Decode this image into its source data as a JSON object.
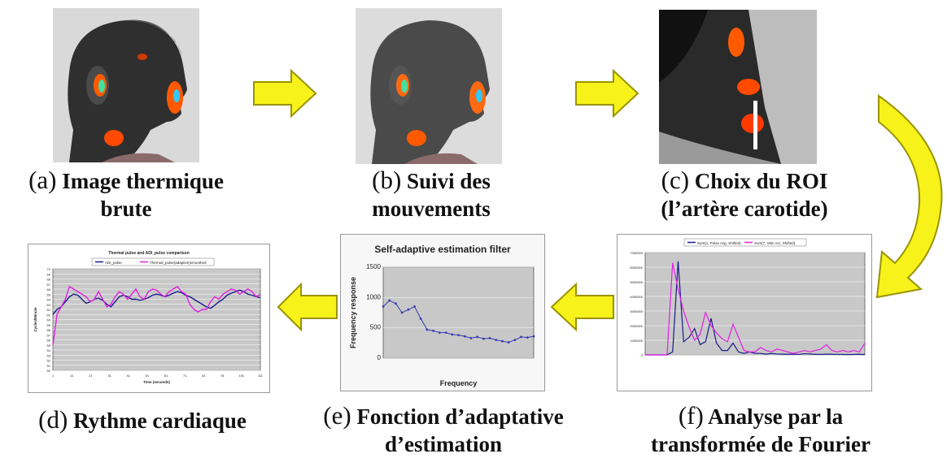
{
  "steps": [
    {
      "letter": "(a)",
      "line1": "Image thermique",
      "line2": "brute"
    },
    {
      "letter": "(b)",
      "line1": "Suivi des",
      "line2": "mouvements"
    },
    {
      "letter": "(c)",
      "line1": "Choix du ROI",
      "line2": "(l’artère carotide)"
    },
    {
      "letter": "(d)",
      "line1": "Rythme cardiaque",
      "line2": ""
    },
    {
      "letter": "(e)",
      "line1": "Fonction d’adaptative",
      "line2": "d’estimation"
    },
    {
      "letter": "(f)",
      "line1": "Analyse par la",
      "line2": "transformée de Fourier"
    }
  ],
  "colors": {
    "arrow_fill": "#f7f21a",
    "arrow_stroke": "#9a9400",
    "heat": "#ff5a00",
    "skin": "#2a2a2a"
  },
  "chart_data": [
    {
      "type": "line",
      "title": "Thermal pulse and ADI_pulse comparison",
      "xlabel": "Time (seconds)",
      "ylabel": "Cycles/Minute",
      "ylim": [
        50,
        70
      ],
      "yticks": [
        "70",
        "69",
        "68",
        "67",
        "66",
        "65",
        "64",
        "63",
        "62",
        "61",
        "60",
        "59",
        "58",
        "57",
        "56",
        "55",
        "54",
        "53",
        "52",
        "51",
        "50"
      ],
      "xticks": [
        "1",
        "11",
        "21",
        "31",
        "41",
        "51",
        "61",
        "71",
        "81",
        "91",
        "101",
        "111"
      ],
      "series": [
        {
          "name": "ADI_pulse",
          "color": "#1a1a8c",
          "values": [
            61,
            62,
            62.5,
            63.5,
            64.5,
            65,
            64.8,
            64,
            63.2,
            63.5,
            64,
            64.2,
            63.8,
            63,
            62.5,
            63.5,
            64.5,
            64.8,
            64.5,
            64,
            64,
            63.8,
            64,
            64.3,
            64.8,
            65,
            64.8,
            64.5,
            64.8,
            65.2,
            65.5,
            65.3,
            64.8,
            64.5,
            64,
            63.5,
            63,
            62.5,
            62.2,
            62.8,
            63.5,
            64,
            64.8,
            65.2,
            65.5,
            65.8,
            65.5,
            65,
            64.8,
            64.5,
            64.3
          ]
        },
        {
          "name": "Thermal_pulse(adaptive)smoothed",
          "color": "#e020e0",
          "values": [
            55,
            61,
            62.5,
            64,
            66.5,
            66,
            65.5,
            65,
            64.5,
            63.5,
            64,
            65.5,
            64,
            62.5,
            63,
            64.5,
            65.5,
            65,
            64,
            65,
            66,
            64.5,
            64,
            65.5,
            66,
            65.8,
            65,
            64.5,
            65.5,
            66,
            66.5,
            65.5,
            65,
            63,
            62,
            61.5,
            62,
            62,
            63.5,
            64.5,
            64,
            65,
            65.5,
            66,
            65.8,
            65,
            65.5,
            66,
            65.5,
            64.5,
            65
          ]
        }
      ]
    },
    {
      "type": "line",
      "title": "Self-adaptive estimation filter",
      "xlabel": "Frequency",
      "ylabel": "Frequency response",
      "ylim": [
        0,
        1500
      ],
      "yticks": [
        "1500",
        "1000",
        "500",
        "0"
      ],
      "series": [
        {
          "name": "",
          "color": "#3b3bb0",
          "values": [
            850,
            950,
            900,
            750,
            800,
            850,
            650,
            470,
            450,
            420,
            420,
            390,
            380,
            360,
            330,
            350,
            320,
            330,
            300,
            280,
            260,
            300,
            350,
            340,
            360
          ]
        }
      ]
    },
    {
      "type": "line",
      "title": "",
      "xlabel": "",
      "ylabel": "",
      "ylim": [
        0,
        7000000
      ],
      "yticks": [
        "7000000",
        "6000000",
        "5000000",
        "4000000",
        "3000000",
        "2000000",
        "1000000",
        "0"
      ],
      "series": [
        {
          "name": "Sum(1, Pulse Avg, Shifted)",
          "color": "#1a1a8c",
          "values": [
            0,
            0,
            0,
            0,
            0,
            200000,
            6400000,
            900000,
            1200000,
            1800000,
            700000,
            900000,
            2500000,
            800000,
            300000,
            300000,
            800000,
            200000,
            100000,
            200000,
            100000,
            100000,
            50000,
            100000,
            60000,
            50000,
            40000,
            50000,
            30000,
            80000,
            60000,
            40000,
            30000,
            50000,
            40000,
            30000,
            30000,
            20000,
            30000,
            40000,
            20000
          ]
        },
        {
          "name": "Sum(7, Skin Arc, Shifted)",
          "color": "#e020e0",
          "values": [
            0,
            0,
            0,
            0,
            0,
            6300000,
            4500000,
            3000000,
            1900000,
            1000000,
            1400000,
            2900000,
            2000000,
            1500000,
            1100000,
            900000,
            2100000,
            1200000,
            300000,
            200000,
            200000,
            500000,
            300000,
            200000,
            400000,
            300000,
            200000,
            100000,
            200000,
            300000,
            200000,
            300000,
            400000,
            700000,
            300000,
            200000,
            300000,
            200000,
            300000,
            200000,
            800000
          ]
        }
      ]
    }
  ]
}
